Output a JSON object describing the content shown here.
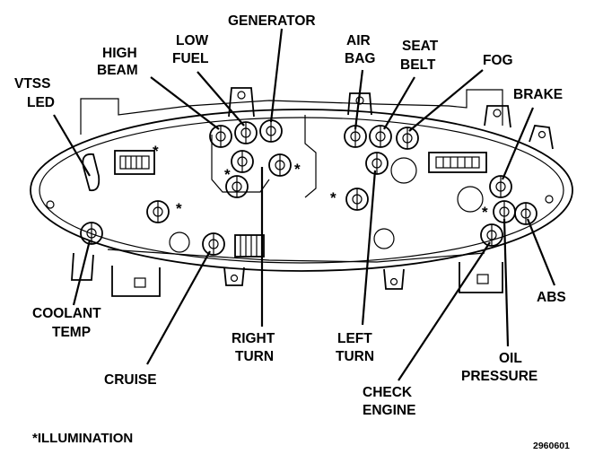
{
  "labels": {
    "generator": "GENERATOR",
    "low_fuel": [
      "LOW",
      "FUEL"
    ],
    "high_beam": [
      "HIGH",
      "BEAM"
    ],
    "vtss_led": [
      "VTSS",
      "LED"
    ],
    "air_bag": [
      "AIR",
      "BAG"
    ],
    "seat_belt": [
      "SEAT",
      "BELT"
    ],
    "fog": "FOG",
    "brake": "BRAKE",
    "abs": "ABS",
    "oil_pressure": [
      "OIL",
      "PRESSURE"
    ],
    "check_engine": [
      "CHECK",
      "ENGINE"
    ],
    "left_turn": [
      "LEFT",
      "TURN"
    ],
    "right_turn": [
      "RIGHT",
      "TURN"
    ],
    "cruise": "CRUISE",
    "coolant_temp": [
      "COOLANT",
      "TEMP"
    ]
  },
  "asterisk": "*",
  "footnote": "*ILLUMINATION",
  "figure_code": "2960601"
}
